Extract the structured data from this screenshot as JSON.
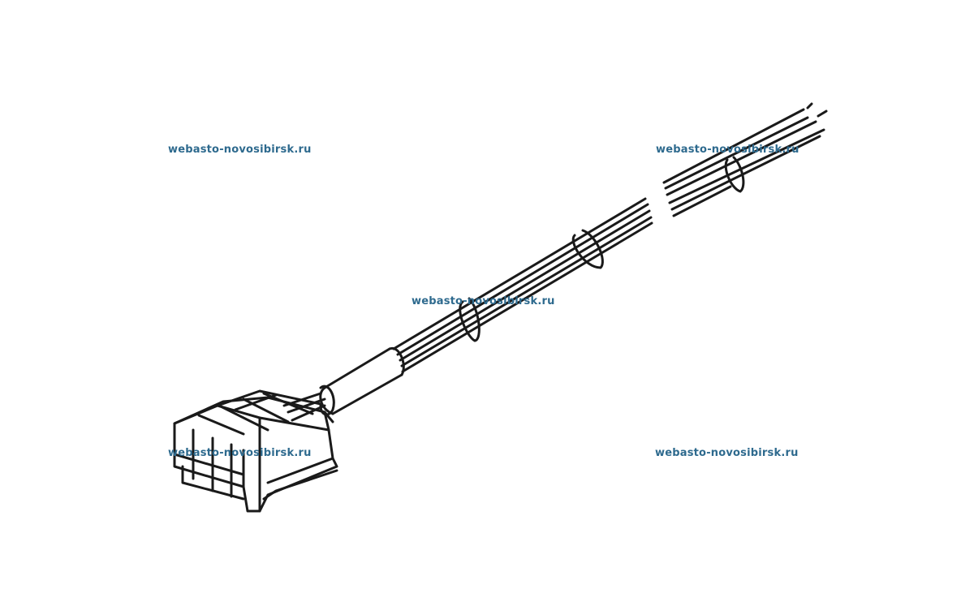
{
  "watermarks": [
    "webasto-novosibirsk.ru",
    "webasto-novosibirsk.ru",
    "webasto-novosibirsk.ru",
    "webasto-novosibirsk.ru",
    "webasto-novosibirsk.ru"
  ],
  "colors": {
    "line": "#1a1a1a",
    "watermark": "#2e6a8e",
    "background": "#ffffff"
  }
}
